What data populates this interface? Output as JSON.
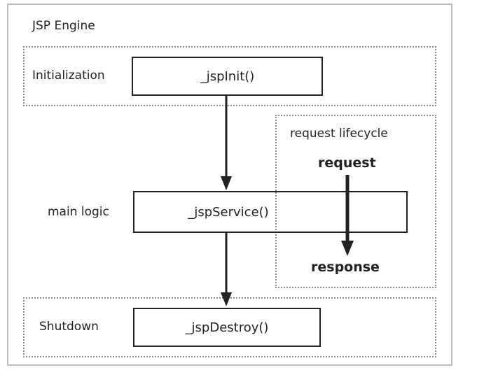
{
  "engine": {
    "title": "JSP Engine"
  },
  "sections": {
    "initialization": {
      "label": "Initialization",
      "method": "_jspInit()"
    },
    "main": {
      "label": "main logic",
      "method": "_jspService()"
    },
    "shutdown": {
      "label": "Shutdown",
      "method": "_jspDestroy()"
    }
  },
  "lifecycle": {
    "label": "request lifecycle",
    "request": "request",
    "response": "response"
  }
}
